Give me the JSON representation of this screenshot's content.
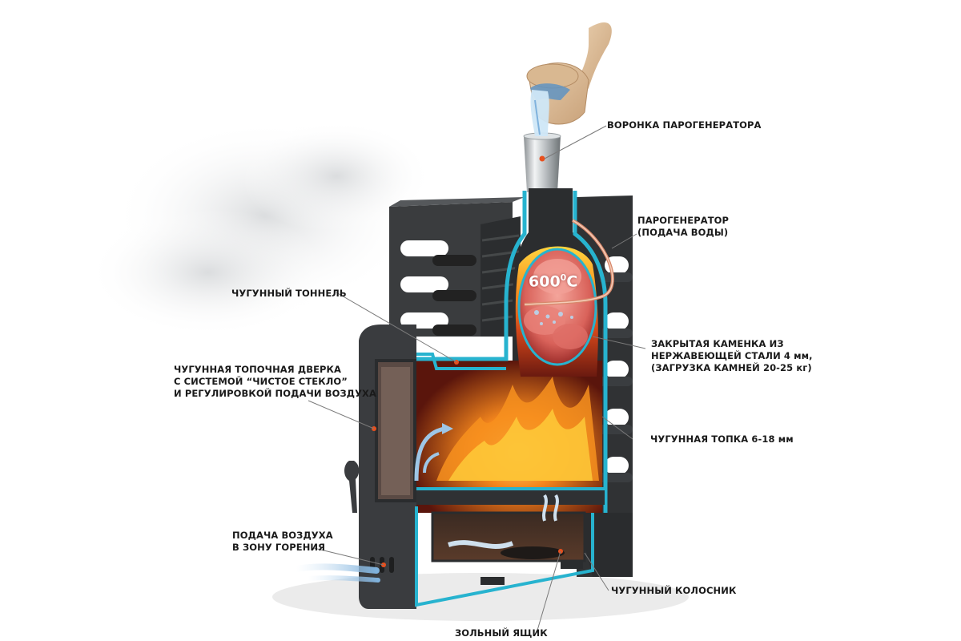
{
  "diagram": {
    "subject": "sauna-stove-cutaway",
    "temperature": {
      "value": "600",
      "unit_sup": "0",
      "unit": "C"
    },
    "labels": {
      "funnel": [
        "ВОРОНКА ПАРОГЕНЕРАТОРА"
      ],
      "steam_generator": [
        "ПАРОГЕНЕРАТОР",
        "(ПОДАЧА ВОДЫ)"
      ],
      "tunnel": [
        "ЧУГУННЫЙ ТОННЕЛЬ"
      ],
      "door": [
        "ЧУГУННАЯ ТОПОЧНАЯ ДВЕРКА",
        "С СИСТЕМОЙ “ЧИСТОЕ СТЕКЛО”",
        "И РЕГУЛИРОВКОЙ ПОДАЧИ ВОЗДУХА"
      ],
      "heater": [
        "ЗАКРЫТАЯ КАМЕНКА ИЗ",
        "НЕРЖАВЕЮЩЕЙ СТАЛИ 4 мм,",
        "(ЗАГРУЗКА КАМНЕЙ 20-25 кг)"
      ],
      "firebox": [
        "ЧУГУННАЯ ТОПКА 6-18 мм"
      ],
      "air_supply": [
        "ПОДАЧА ВОЗДУХА",
        "В ЗОНУ ГОРЕНИЯ"
      ],
      "grate": [
        "ЧУГУННЫЙ КОЛОСНИК"
      ],
      "ash_box": [
        "ЗОЛЬНЫЙ ЯЩИК"
      ]
    },
    "colors": {
      "cast_iron": "#2f3133",
      "cast_iron_light": "#4a4d50",
      "cutaway_edge": "#27b3cf",
      "flame_orange": "#f58a1f",
      "flame_yellow": "#ffd23c",
      "stones": "#e87a72",
      "leader_line": "#7a7a7a",
      "marker_dot": "#e8501e",
      "air_arrow": "#9ec6e6"
    }
  }
}
